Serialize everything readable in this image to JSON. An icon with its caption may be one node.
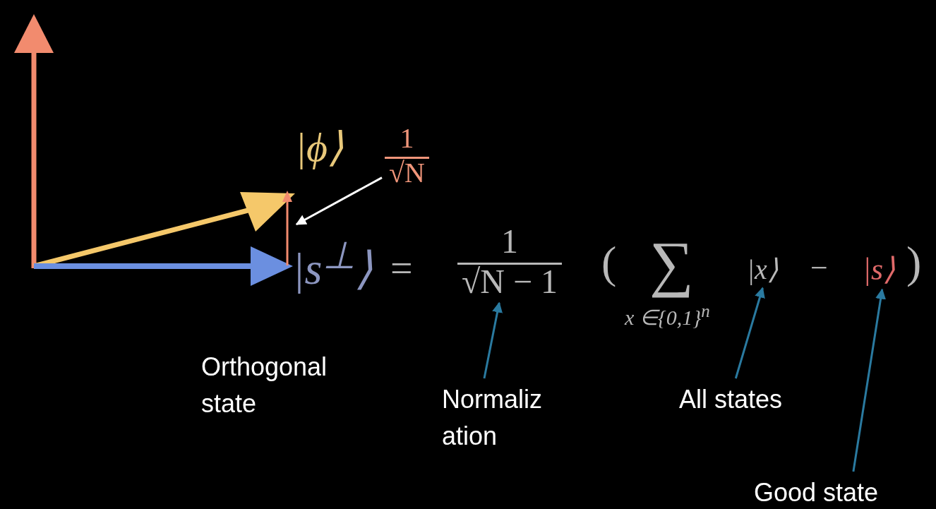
{
  "diagram": {
    "nodes": [
      {
        "text": [
          "|ϕ⟩"
        ]
      },
      {
        "text": [
          "1",
          "√N"
        ]
      },
      {
        "text": [],
        "shape": "arrow"
      },
      {
        "text": [
          "|s$^{⊥}$⟩"
        ]
      },
      {
        "text": [
          "1",
          "√N − 1"
        ]
      },
      {
        "text": [
          "|x⟩"
        ]
      },
      {
        "text": [
          "|s⟩"
        ]
      },
      {
        "text": [
          "Normaliz ation"
        ]
      },
      {
        "text": [
          "All states"
        ]
      },
      {
        "text": [
          "Good state"
        ]
      }
    ],
    "edges": [
      {
        "from": 1,
        "to": 2,
        "arrow": "to",
        "color": "#ffffff"
      },
      {
        "from": 7,
        "to": 4,
        "arrow": "to"
      },
      {
        "from": 8,
        "to": 5,
        "arrow": "to"
      },
      {
        "from": 9,
        "to": 6,
        "arrow": "to"
      }
    ],
    "labels": [
      "=",
      "(",
      "∑",
      "x ∈{0,1}$^{n}$",
      "−",
      ")",
      "Orthogonal state"
    ]
  }
}
